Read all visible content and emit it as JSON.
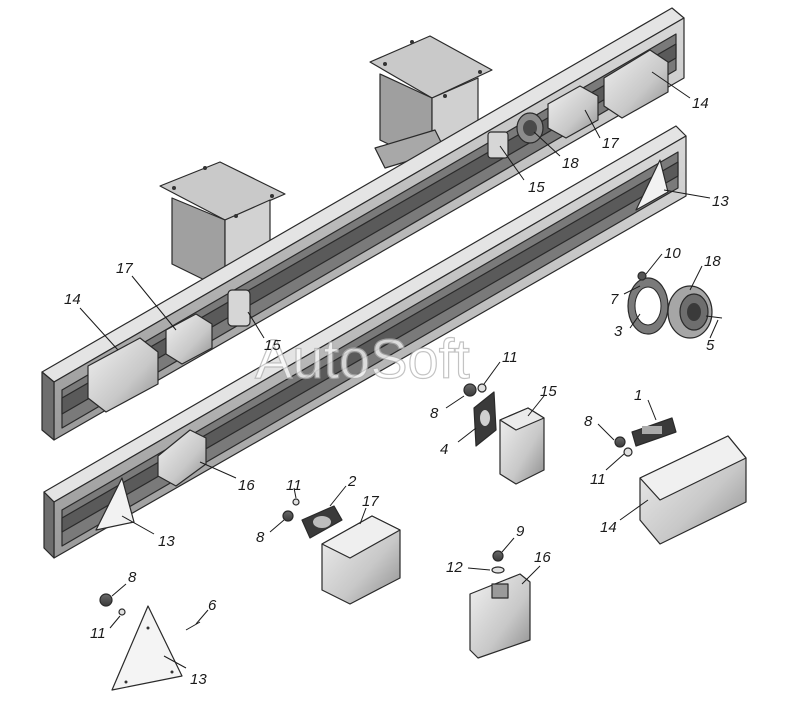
{
  "watermark": "AutoSoft",
  "callouts": [
    {
      "id": "c14a",
      "label": "14"
    },
    {
      "id": "c17a",
      "label": "17"
    },
    {
      "id": "c18a",
      "label": "18"
    },
    {
      "id": "c15a",
      "label": "15"
    },
    {
      "id": "c13a",
      "label": "13"
    },
    {
      "id": "c17b",
      "label": "17"
    },
    {
      "id": "c14b",
      "label": "14"
    },
    {
      "id": "c15b",
      "label": "15"
    },
    {
      "id": "c10",
      "label": "10"
    },
    {
      "id": "c18b",
      "label": "18"
    },
    {
      "id": "c7",
      "label": "7"
    },
    {
      "id": "c3",
      "label": "3"
    },
    {
      "id": "c5",
      "label": "5"
    },
    {
      "id": "c11a",
      "label": "11"
    },
    {
      "id": "c8a",
      "label": "8"
    },
    {
      "id": "c4",
      "label": "4"
    },
    {
      "id": "c15c",
      "label": "15"
    },
    {
      "id": "c1",
      "label": "1"
    },
    {
      "id": "c8b",
      "label": "8"
    },
    {
      "id": "c11b",
      "label": "11"
    },
    {
      "id": "c14c",
      "label": "14"
    },
    {
      "id": "c16a",
      "label": "16"
    },
    {
      "id": "c11c",
      "label": "11"
    },
    {
      "id": "c2",
      "label": "2"
    },
    {
      "id": "c8c",
      "label": "8"
    },
    {
      "id": "c17c",
      "label": "17"
    },
    {
      "id": "c13b",
      "label": "13"
    },
    {
      "id": "c9",
      "label": "9"
    },
    {
      "id": "c12",
      "label": "12"
    },
    {
      "id": "c16b",
      "label": "16"
    },
    {
      "id": "c8d",
      "label": "8"
    },
    {
      "id": "c6",
      "label": "6"
    },
    {
      "id": "c11d",
      "label": "11"
    },
    {
      "id": "c13c",
      "label": "13"
    }
  ]
}
